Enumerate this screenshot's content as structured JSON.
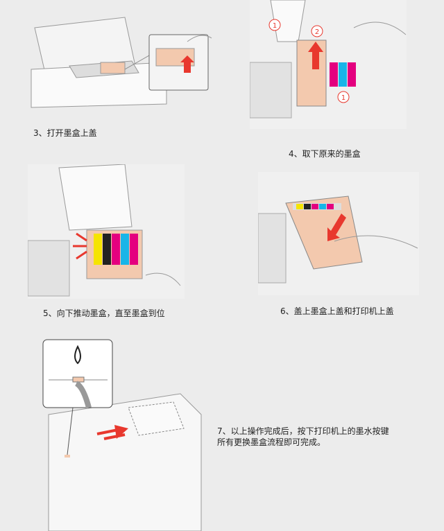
{
  "steps": [
    {
      "caption": "3、打开墨盒上盖"
    },
    {
      "caption": "4、取下原来的墨盒",
      "markers": [
        "1",
        "2",
        "1"
      ]
    },
    {
      "caption": "5、向下推动墨盒，直至墨盒到位"
    },
    {
      "caption": "6、盖上墨盒上盖和打印机上盖"
    },
    {
      "caption_line1": "7、以上操作完成后，按下打印机上的墨水按键",
      "caption_line2": "所有更换墨盒流程即可完成。"
    }
  ],
  "colors": {
    "arrow": "#e8382e",
    "cartridge": "#f3c9ae",
    "yellow": "#f5e400",
    "magenta": "#e4007f",
    "cyan": "#19b5e8",
    "black": "#222222"
  }
}
